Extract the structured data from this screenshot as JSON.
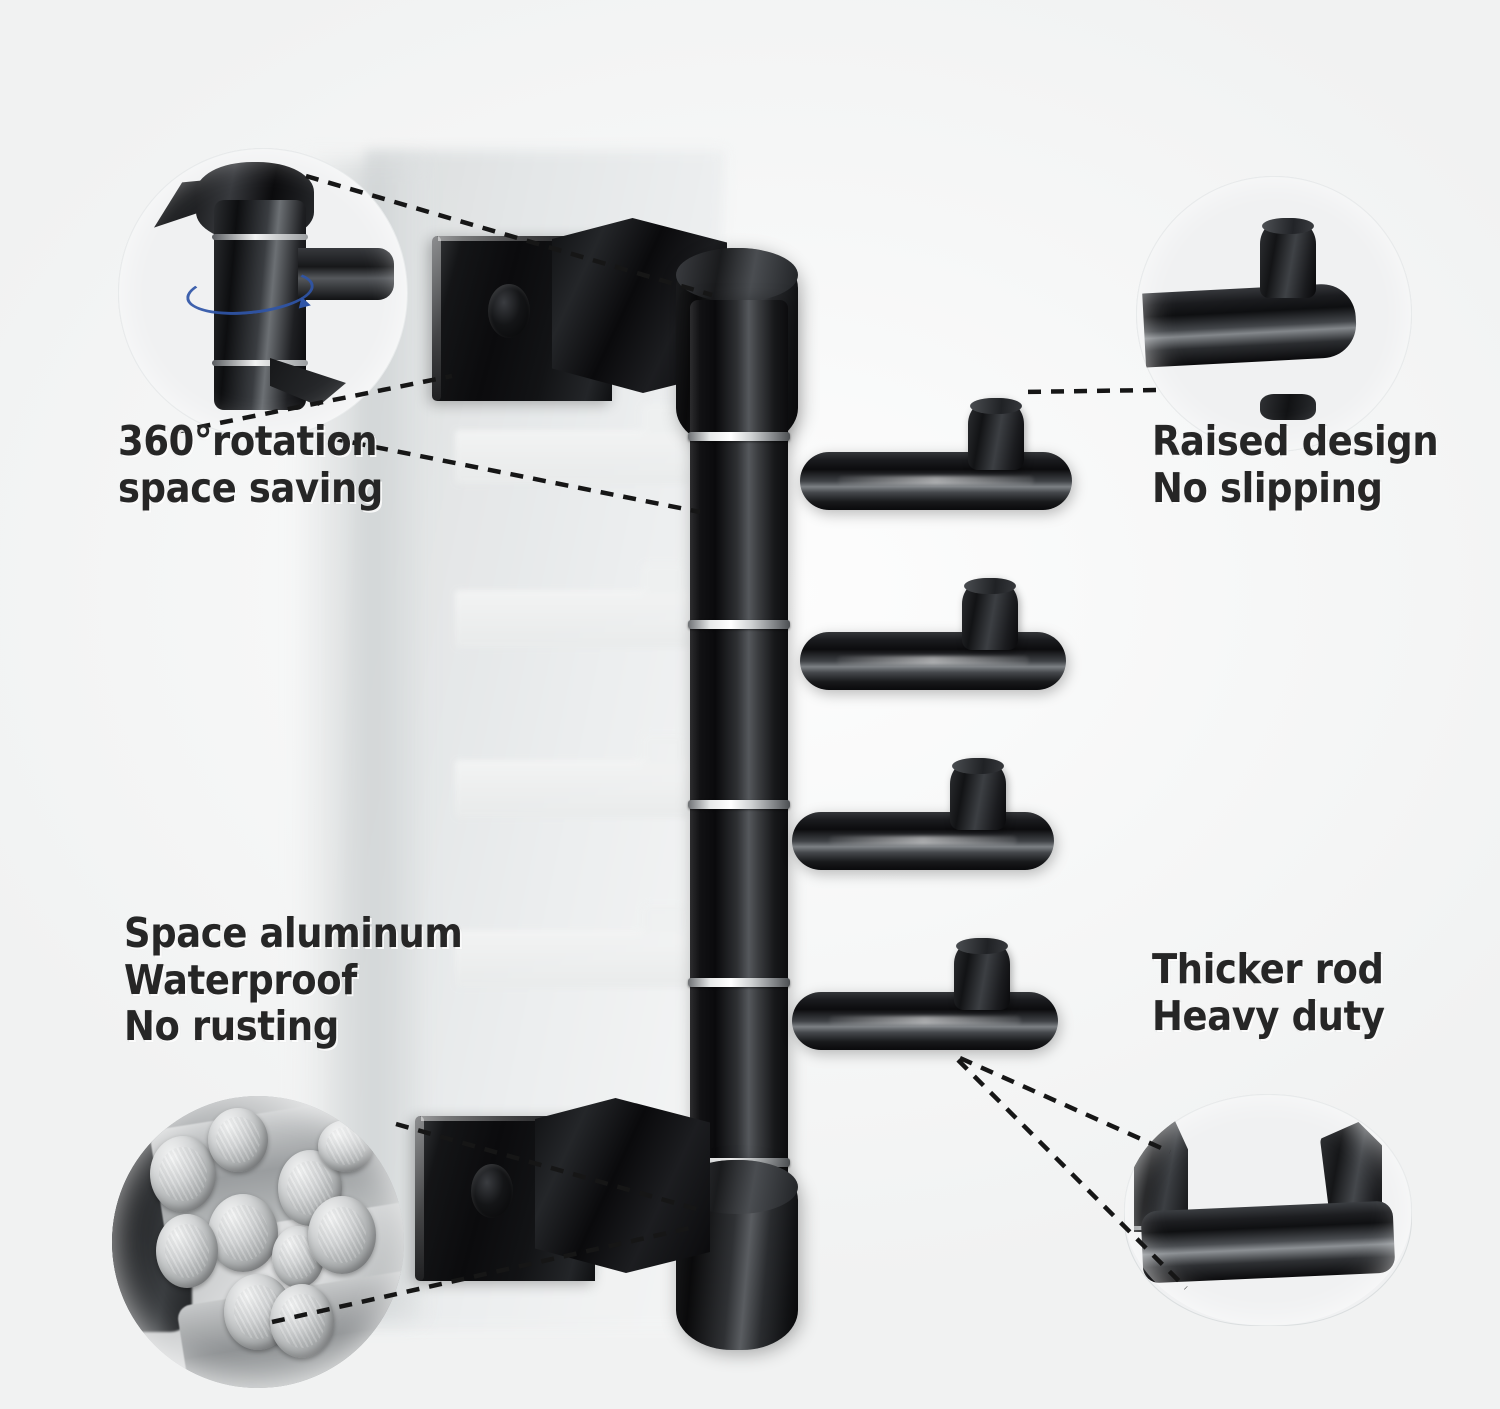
{
  "page": {
    "kind": "product-feature-infographic",
    "product": "wall-mounted swivel towel rack with 4 rotating arms",
    "background_color": "#f7f8f8",
    "text_color": "#262626",
    "accent_color": "#2f55a8"
  },
  "features": [
    {
      "id": "rotation",
      "position": "top-left",
      "lines": [
        "360°rotation",
        "space saving"
      ],
      "callout_icon": "swivel-joint-closeup-icon",
      "callout_caption": "rotation-arrow"
    },
    {
      "id": "raised-design",
      "position": "top-right",
      "lines": [
        "Raised design",
        "No slipping"
      ],
      "callout_icon": "raised-nub-rod-end-closeup-icon"
    },
    {
      "id": "material",
      "position": "bottom-left",
      "lines": [
        "Space aluminum",
        "Waterproof",
        "No rusting"
      ],
      "callout_icon": "aluminum-rod-bundle-closeup-icon"
    },
    {
      "id": "thickness",
      "position": "bottom-right",
      "lines": [
        "Thicker rod",
        "Heavy duty"
      ],
      "callout_icon": "thick-rod-cross-section-closeup-icon"
    }
  ],
  "product_parts": {
    "top_bracket": "wall-mount-bracket-top",
    "bottom_bracket": "wall-mount-bracket-bottom",
    "column": "vertical-swivel-column",
    "arm_count": 4,
    "arm_label": "rotating-hook-arm",
    "nub_label": "anti-slip-raised-stopper",
    "ring_label": "chrome-swivel-ring",
    "screw_hole_label": "mounting-screw-hole"
  }
}
